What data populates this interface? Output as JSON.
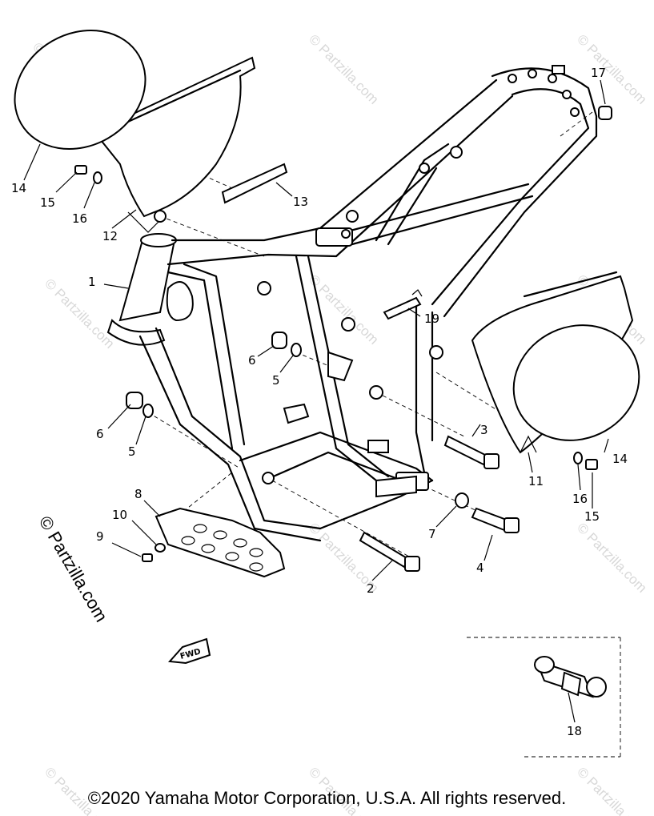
{
  "watermark": {
    "text": "© Partzilla.com"
  },
  "fwd_tag": "FWD",
  "copyright": "©2020 Yamaha Motor Corporation, U.S.A. All rights reserved.",
  "callouts": [
    {
      "id": "c1",
      "label": "1"
    },
    {
      "id": "c2",
      "label": "2"
    },
    {
      "id": "c3",
      "label": "3"
    },
    {
      "id": "c4",
      "label": "4"
    },
    {
      "id": "c5a",
      "label": "5"
    },
    {
      "id": "c5b",
      "label": "5"
    },
    {
      "id": "c6a",
      "label": "6"
    },
    {
      "id": "c6b",
      "label": "6"
    },
    {
      "id": "c7",
      "label": "7"
    },
    {
      "id": "c8",
      "label": "8"
    },
    {
      "id": "c9",
      "label": "9"
    },
    {
      "id": "c10",
      "label": "10"
    },
    {
      "id": "c11",
      "label": "11"
    },
    {
      "id": "c12",
      "label": "12"
    },
    {
      "id": "c13",
      "label": "13"
    },
    {
      "id": "c14a",
      "label": "14"
    },
    {
      "id": "c14b",
      "label": "14"
    },
    {
      "id": "c15a",
      "label": "15"
    },
    {
      "id": "c15b",
      "label": "15"
    },
    {
      "id": "c16a",
      "label": "16"
    },
    {
      "id": "c16b",
      "label": "16"
    },
    {
      "id": "c17",
      "label": "17"
    },
    {
      "id": "c18",
      "label": "18"
    },
    {
      "id": "c19",
      "label": "19"
    }
  ]
}
